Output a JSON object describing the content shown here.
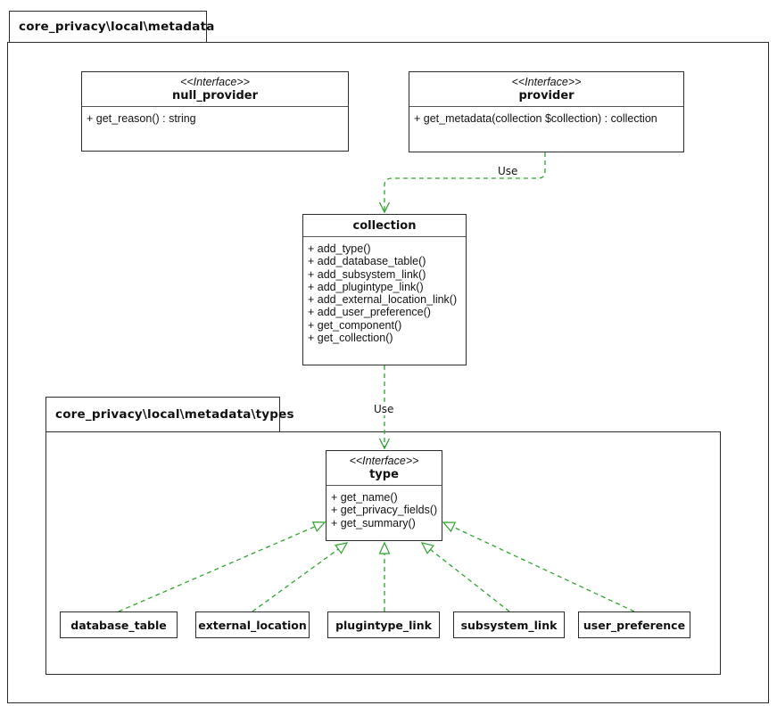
{
  "packages": {
    "outer": {
      "label": "core_privacy\\local\\metadata"
    },
    "types": {
      "label": "core_privacy\\local\\metadata\\types"
    }
  },
  "classes": {
    "null_provider": {
      "stereotype": "<<Interface>>",
      "name": "null_provider",
      "methods": [
        "+ get_reason() : string"
      ]
    },
    "provider": {
      "stereotype": "<<Interface>>",
      "name": "provider",
      "methods": [
        "+ get_metadata(collection $collection) : collection"
      ]
    },
    "collection": {
      "name": "collection",
      "methods": [
        "+ add_type()",
        "+ add_database_table()",
        "+ add_subsystem_link()",
        "+ add_plugintype_link()",
        "+ add_external_location_link()",
        "+ add_user_preference()",
        "+ get_component()",
        "+ get_collection()"
      ]
    },
    "type": {
      "stereotype": "<<Interface>>",
      "name": "type",
      "methods": [
        "+ get_name()",
        "+ get_privacy_fields()",
        "+ get_summary()"
      ]
    }
  },
  "subtypes": [
    {
      "name": "database_table"
    },
    {
      "name": "external_location"
    },
    {
      "name": "plugintype_link"
    },
    {
      "name": "subsystem_link"
    },
    {
      "name": "user_preference"
    }
  ],
  "edges": {
    "provider_collection_label": "Use",
    "collection_type_label": "Use"
  },
  "colors": {
    "relation_green": "#2fa42f",
    "border_dark": "#2b2b2b"
  }
}
